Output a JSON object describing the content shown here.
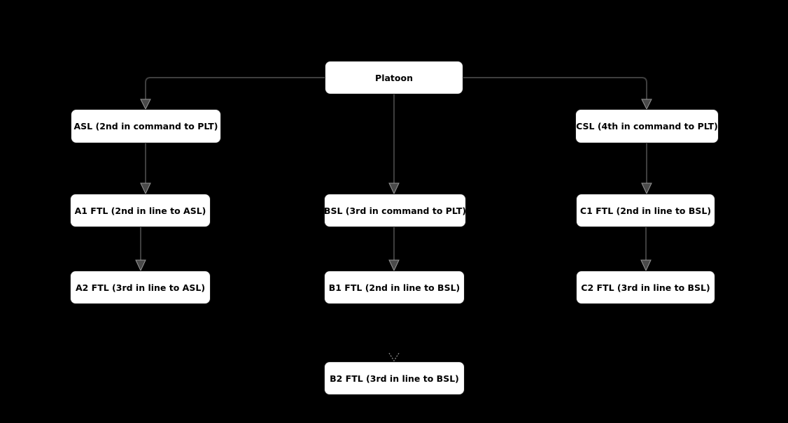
{
  "diagram": {
    "type": "org-chart",
    "nodes": {
      "platoon": {
        "label": "Platoon"
      },
      "asl": {
        "label": "ASL (2nd in command to PLT)"
      },
      "csl": {
        "label": "CSL (4th in command to PLT)"
      },
      "a1": {
        "label": "A1 FTL (2nd in line to ASL)"
      },
      "bsl": {
        "label": "BSL (3rd in command to PLT)"
      },
      "c1": {
        "label": "C1 FTL (2nd in line to BSL)"
      },
      "a2": {
        "label": "A2 FTL (3rd in line to ASL)"
      },
      "b1": {
        "label": "B1 FTL (2nd in line to BSL)"
      },
      "c2": {
        "label": "C2 FTL (3rd in line to BSL)"
      },
      "b2": {
        "label": "B2 FTL (3rd in line to BSL)"
      }
    },
    "edges": [
      {
        "from": "Platoon",
        "to": "ASL (2nd in command to PLT)"
      },
      {
        "from": "Platoon",
        "to": "BSL (3rd in command to PLT)"
      },
      {
        "from": "Platoon",
        "to": "CSL (4th in command to PLT)"
      },
      {
        "from": "ASL (2nd in command to PLT)",
        "to": "A1 FTL (2nd in line to ASL)"
      },
      {
        "from": "A1 FTL (2nd in line to ASL)",
        "to": "A2 FTL (3rd in line to ASL)"
      },
      {
        "from": "BSL (3rd in command to PLT)",
        "to": "B1 FTL (2nd in line to BSL)"
      },
      {
        "from": "B1 FTL (2nd in line to BSL)",
        "to": "B2 FTL (3rd in line to BSL)"
      },
      {
        "from": "CSL (4th in command to PLT)",
        "to": "C1 FTL (2nd in line to BSL)"
      },
      {
        "from": "C1 FTL (2nd in line to BSL)",
        "to": "C2 FTL (3rd in line to BSL)"
      }
    ]
  },
  "colors": {
    "background": "#000000",
    "node_fill": "#ffffff",
    "node_text": "#000000",
    "connector": "#3e3e3e",
    "arrowhead_fill": "#4a4a4a",
    "arrowhead_stroke": "#969696",
    "ghost_arrow": "#8a8a8a"
  }
}
